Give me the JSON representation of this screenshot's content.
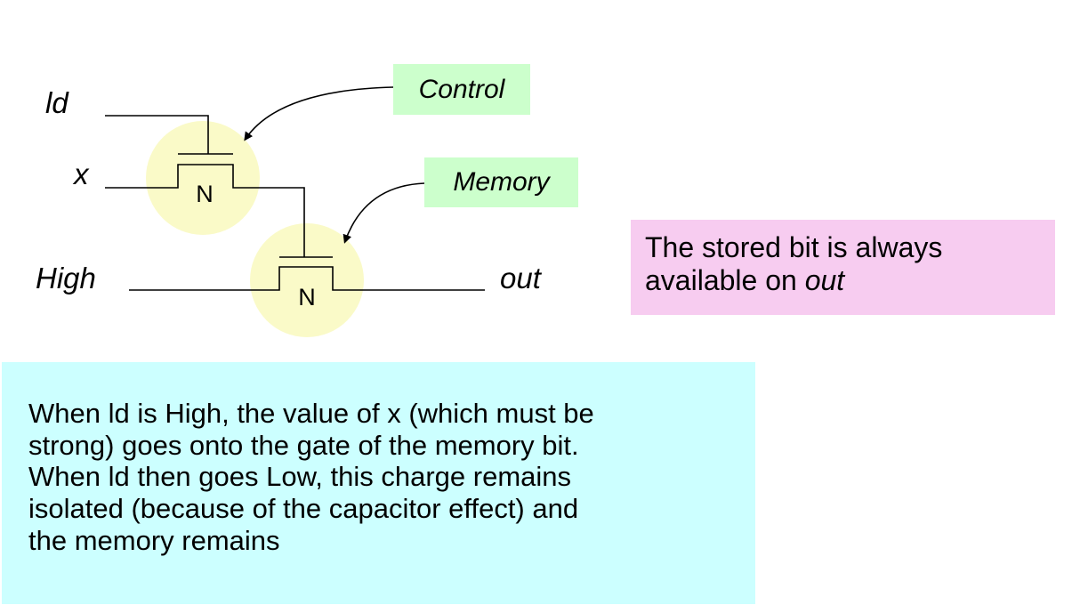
{
  "circuit": {
    "inputs": {
      "ld": "ld",
      "x": "x",
      "high": "High",
      "out": "out"
    },
    "transistors": [
      {
        "type": "N"
      },
      {
        "type": "N"
      }
    ],
    "callouts": {
      "control": "Control",
      "memory": "Memory"
    }
  },
  "note": {
    "text_before": "The stored bit is always available on ",
    "text_emphasis": "out"
  },
  "explanation": {
    "lines": [
      "When ld is High, the value of x (which must be",
      "strong) goes onto the gate of the memory bit.",
      "When ld then goes Low, this charge remains",
      "isolated (because of the capacitor effect) and",
      "the memory remains"
    ]
  },
  "colors": {
    "transistor_highlight": "#fafac8",
    "callout_box": "#ccffcc",
    "note_box": "#f7ccf0",
    "explanation_box": "#ccffff",
    "wire": "#000000"
  }
}
